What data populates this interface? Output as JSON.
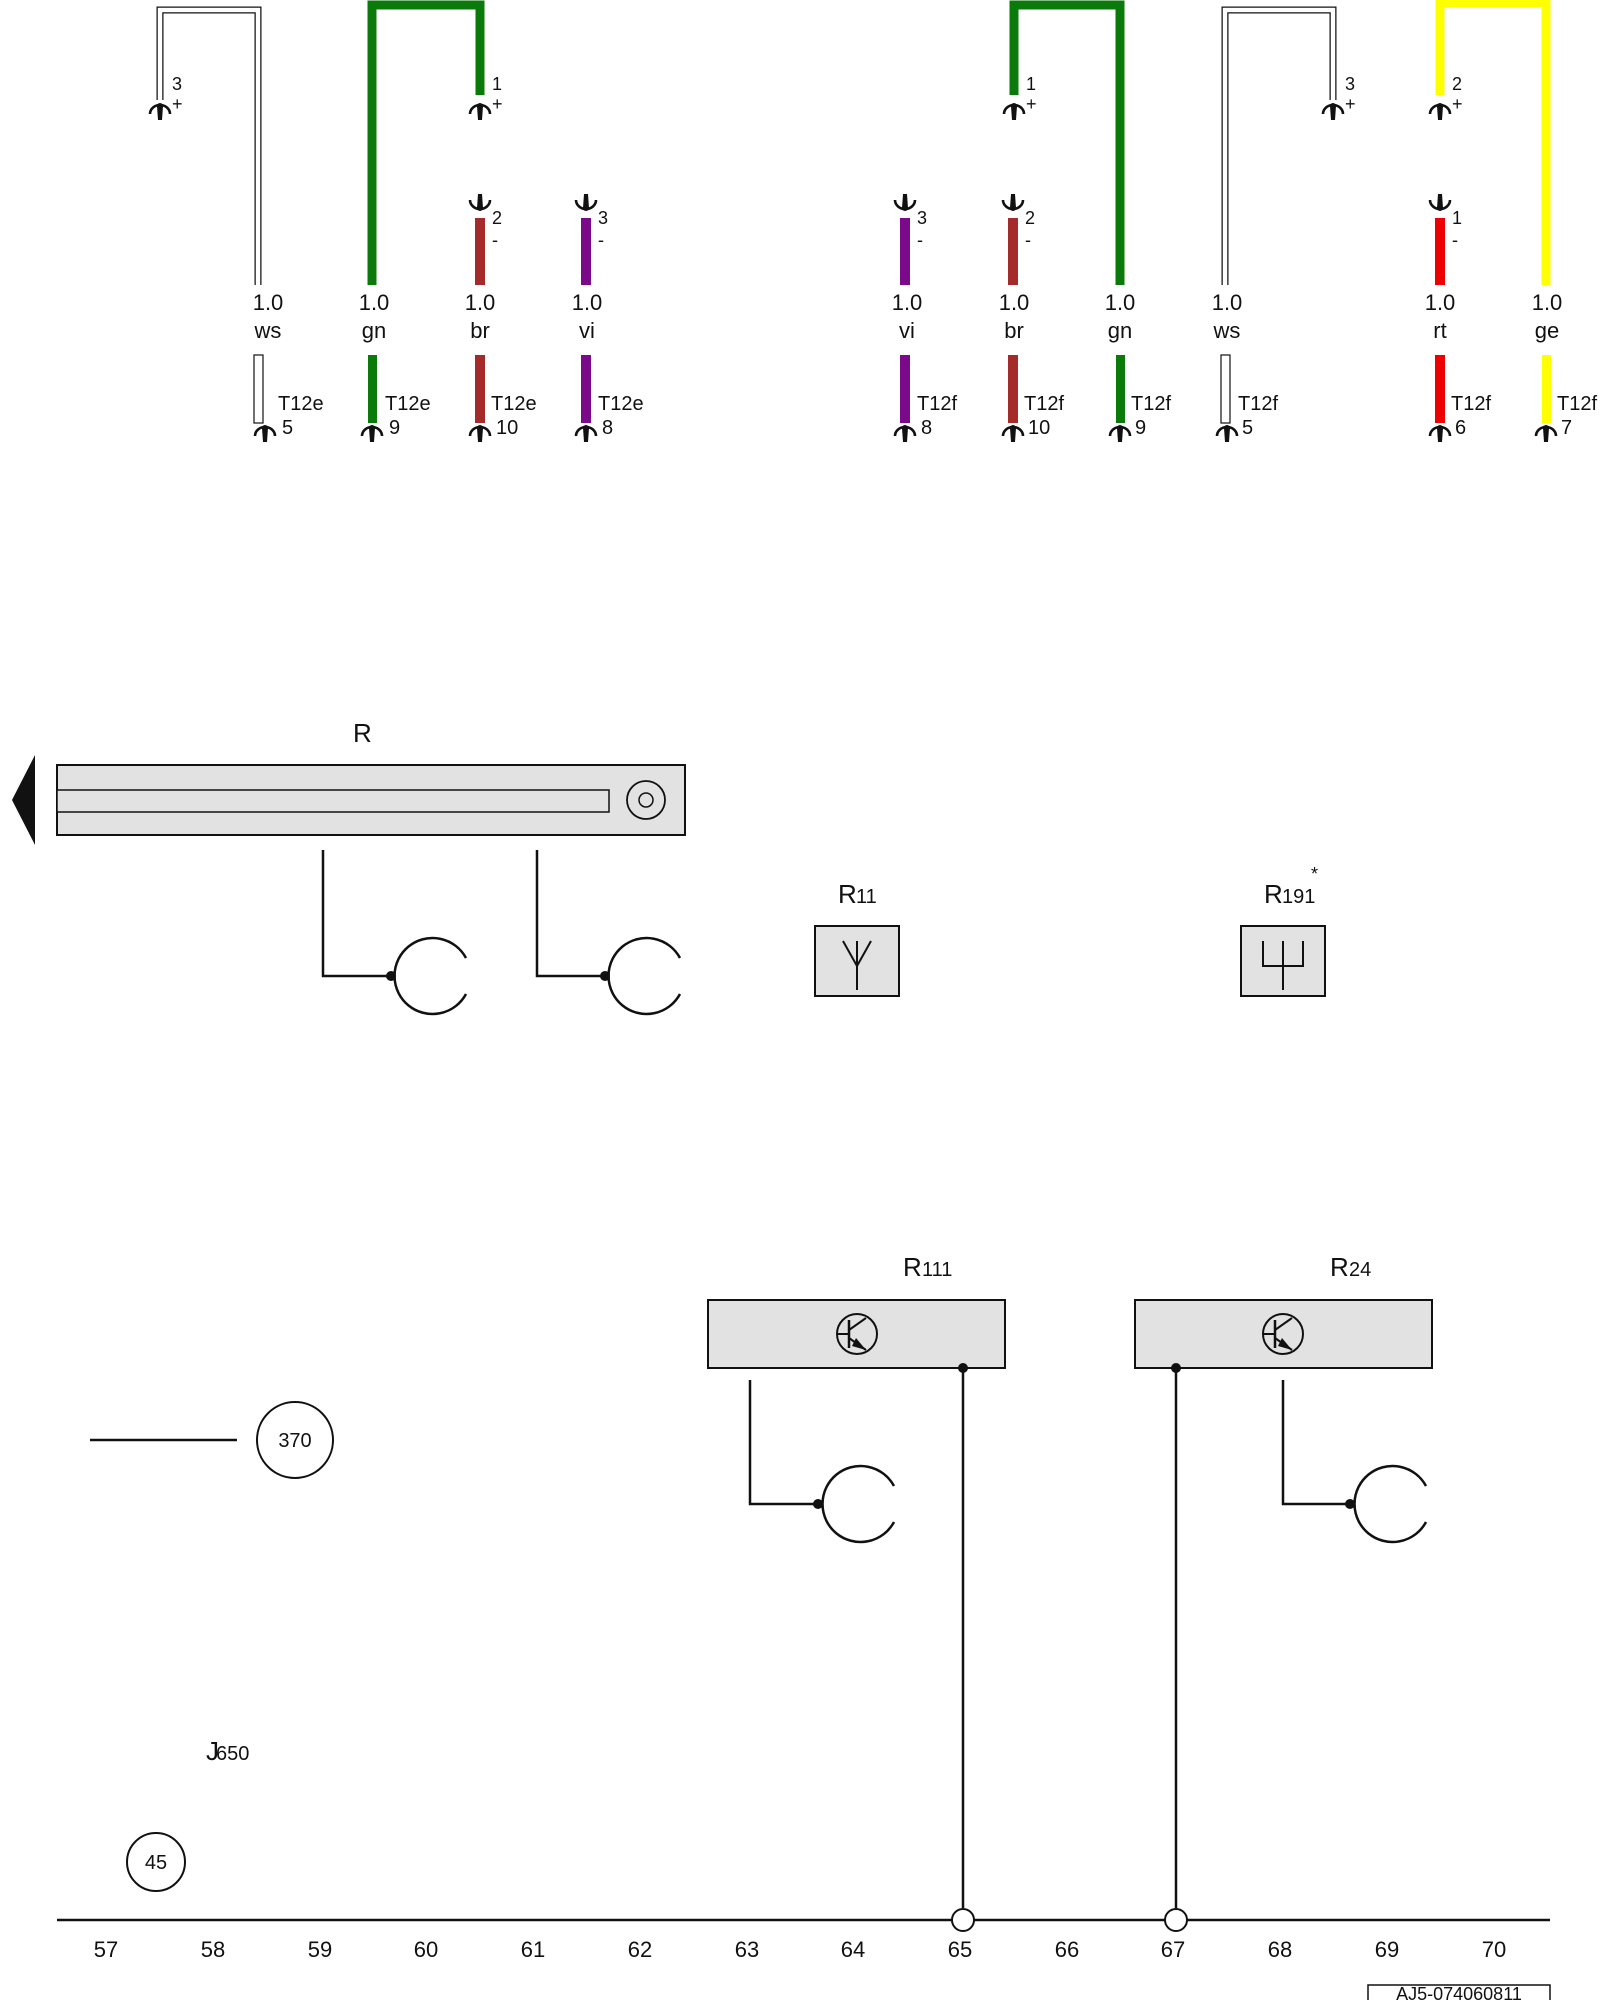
{
  "wire_labels": {
    "ws": {
      "gauge": "1.0",
      "color": "ws"
    },
    "gn": {
      "gauge": "1.0",
      "color": "gn"
    },
    "br": {
      "gauge": "1.0",
      "color": "br"
    },
    "vi": {
      "gauge": "1.0",
      "color": "vi"
    },
    "rt": {
      "gauge": "1.0",
      "color": "rt"
    },
    "ge": {
      "gauge": "1.0",
      "color": "ge"
    }
  },
  "top_pins": {
    "p1": {
      "num": "3",
      "sign": "+"
    },
    "p2": {
      "num": "1",
      "sign": "+"
    },
    "p3": {
      "num": "2",
      "sign": "-"
    },
    "p4": {
      "num": "3",
      "sign": "-"
    },
    "p5": {
      "num": "3",
      "sign": "-"
    },
    "p6": {
      "num": "2",
      "sign": "-"
    },
    "p7": {
      "num": "1",
      "sign": "+"
    },
    "p8": {
      "num": "3",
      "sign": "+"
    },
    "p9": {
      "num": "2",
      "sign": "+"
    },
    "p10": {
      "num": "1",
      "sign": "-"
    }
  },
  "connectors": {
    "c1": {
      "name": "T12e",
      "pin": "5"
    },
    "c2": {
      "name": "T12e",
      "pin": "9"
    },
    "c3": {
      "name": "T12e",
      "pin": "10"
    },
    "c4": {
      "name": "T12e",
      "pin": "8"
    },
    "c5": {
      "name": "T12f",
      "pin": "8"
    },
    "c6": {
      "name": "T12f",
      "pin": "10"
    },
    "c7": {
      "name": "T12f",
      "pin": "9"
    },
    "c8": {
      "name": "T12f",
      "pin": "5"
    },
    "c9": {
      "name": "T12f",
      "pin": "6"
    },
    "c10": {
      "name": "T12f",
      "pin": "7"
    }
  },
  "components": {
    "R": {
      "letter": "R",
      "sub": ""
    },
    "R11": {
      "letter": "R",
      "sub": "11"
    },
    "R191": {
      "letter": "R",
      "sub": "191",
      "mark": "*"
    },
    "R111": {
      "letter": "R",
      "sub": "111"
    },
    "R24": {
      "letter": "R",
      "sub": "24"
    },
    "J650": {
      "letter": "J",
      "sub": "650"
    }
  },
  "references": {
    "ref_370": "370",
    "ref_45": "45"
  },
  "ruler": [
    "57",
    "58",
    "59",
    "60",
    "61",
    "62",
    "63",
    "64",
    "65",
    "66",
    "67",
    "68",
    "69",
    "70"
  ],
  "document_id": "AJ5-074060811",
  "wire_colors": {
    "ws": "#ffffff",
    "gn": "#0a7a0a",
    "br": "#a52a2a",
    "vi": "#7a0a8a",
    "rt": "#ee0000",
    "ge": "#ffff00"
  }
}
